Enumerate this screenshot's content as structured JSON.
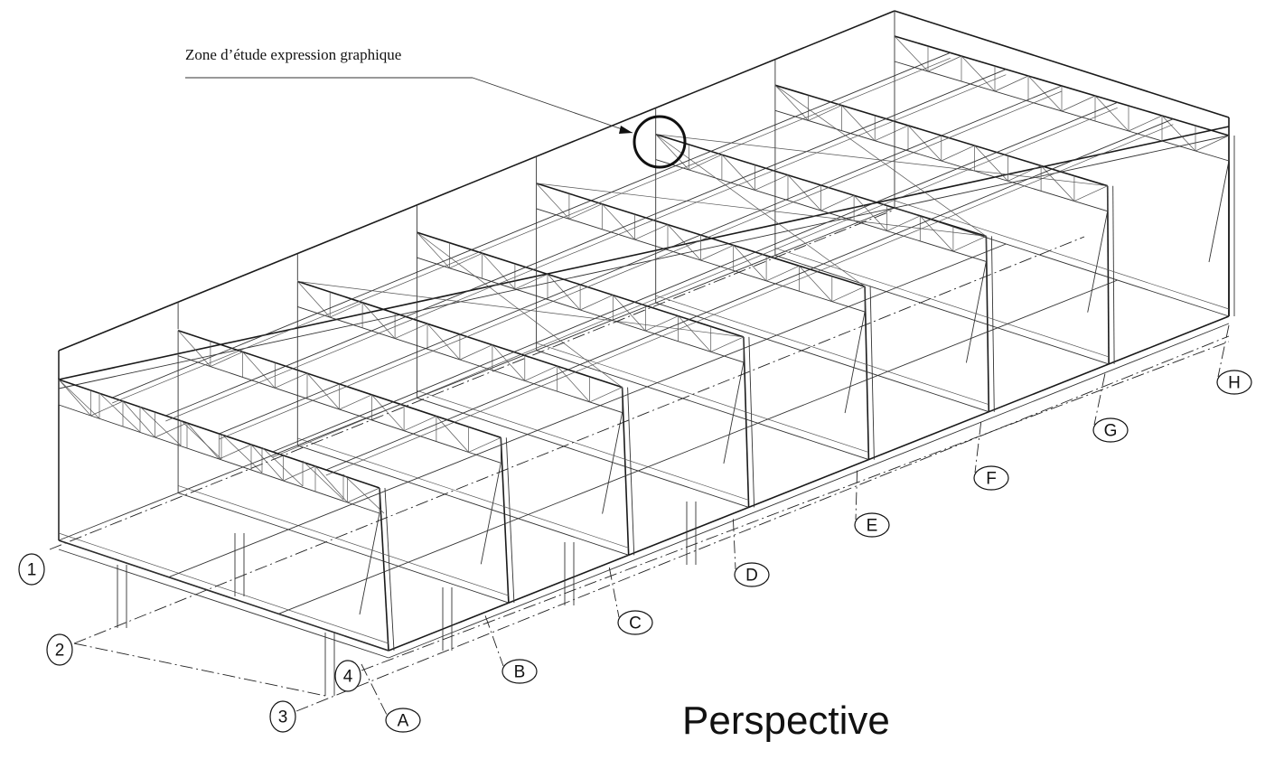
{
  "annotation": {
    "label": "Zone d’étude expression graphique"
  },
  "title": "Perspective",
  "grid": {
    "numeric_axes": [
      "1",
      "2",
      "3",
      "4"
    ],
    "letter_axes": [
      "A",
      "B",
      "C",
      "D",
      "E",
      "F",
      "G",
      "H"
    ]
  },
  "colors": {
    "ink": "#1a1a1a",
    "paper": "#ffffff"
  }
}
